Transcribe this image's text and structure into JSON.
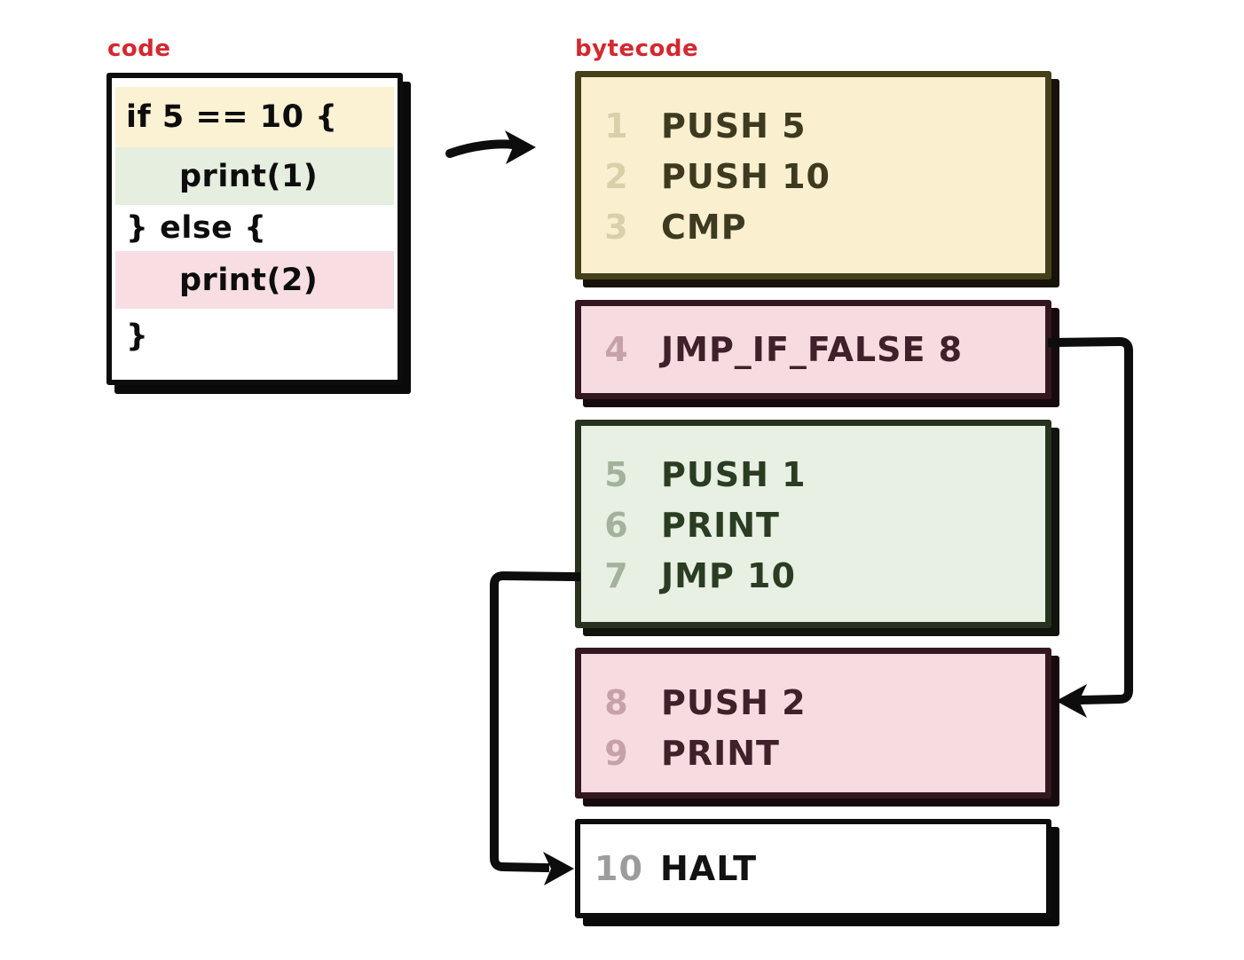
{
  "palette": {
    "label_red": "#d4282f",
    "arrow_black": "#0d0d0d",
    "highlight_yellow": "#fbf1d3",
    "highlight_green": "#e5eedf",
    "highlight_pink": "#f8dee2",
    "block_yellow_bg": "#faf0d0",
    "block_yellow_border": "#454019",
    "block_pink_bg": "#f6dce0",
    "block_pink_border": "#331820",
    "block_green_bg": "#e8f0e4",
    "block_green_border": "#28321f",
    "block_white_border": "#0d0d0d"
  },
  "code_panel": {
    "label": "code",
    "lines": [
      {
        "text": "if 5 == 10 {",
        "highlight": "yellow"
      },
      {
        "text": "print(1)",
        "highlight": "green"
      },
      {
        "text": "} else {",
        "highlight": "none"
      },
      {
        "text": "print(2)",
        "highlight": "pink"
      },
      {
        "text": "}",
        "highlight": "none"
      }
    ]
  },
  "bytecode_panel": {
    "label": "bytecode",
    "blocks": [
      {
        "color": "yellow",
        "instructions": [
          {
            "num": "1",
            "op": "PUSH 5"
          },
          {
            "num": "2",
            "op": "PUSH 10"
          },
          {
            "num": "3",
            "op": "CMP"
          }
        ]
      },
      {
        "color": "pink",
        "instructions": [
          {
            "num": "4",
            "op": "JMP_IF_FALSE 8"
          }
        ]
      },
      {
        "color": "green",
        "instructions": [
          {
            "num": "5",
            "op": "PUSH 1"
          },
          {
            "num": "6",
            "op": "PRINT"
          },
          {
            "num": "7",
            "op": "JMP 10"
          }
        ]
      },
      {
        "color": "pink",
        "instructions": [
          {
            "num": "8",
            "op": "PUSH 2"
          },
          {
            "num": "9",
            "op": "PRINT"
          }
        ]
      },
      {
        "color": "white",
        "instructions": [
          {
            "num": "10",
            "op": "HALT"
          }
        ]
      }
    ]
  },
  "arrows": [
    {
      "name": "code-to-bytecode",
      "from": "code box",
      "to": "bytecode block 1-3"
    },
    {
      "name": "jmp-if-false-to-instruction-8",
      "from": "instruction 4 JMP_IF_FALSE 8",
      "to": "instruction 8 PUSH 2"
    },
    {
      "name": "jmp-to-instruction-10",
      "from": "instruction 7 JMP 10",
      "to": "instruction 10 HALT"
    }
  ]
}
